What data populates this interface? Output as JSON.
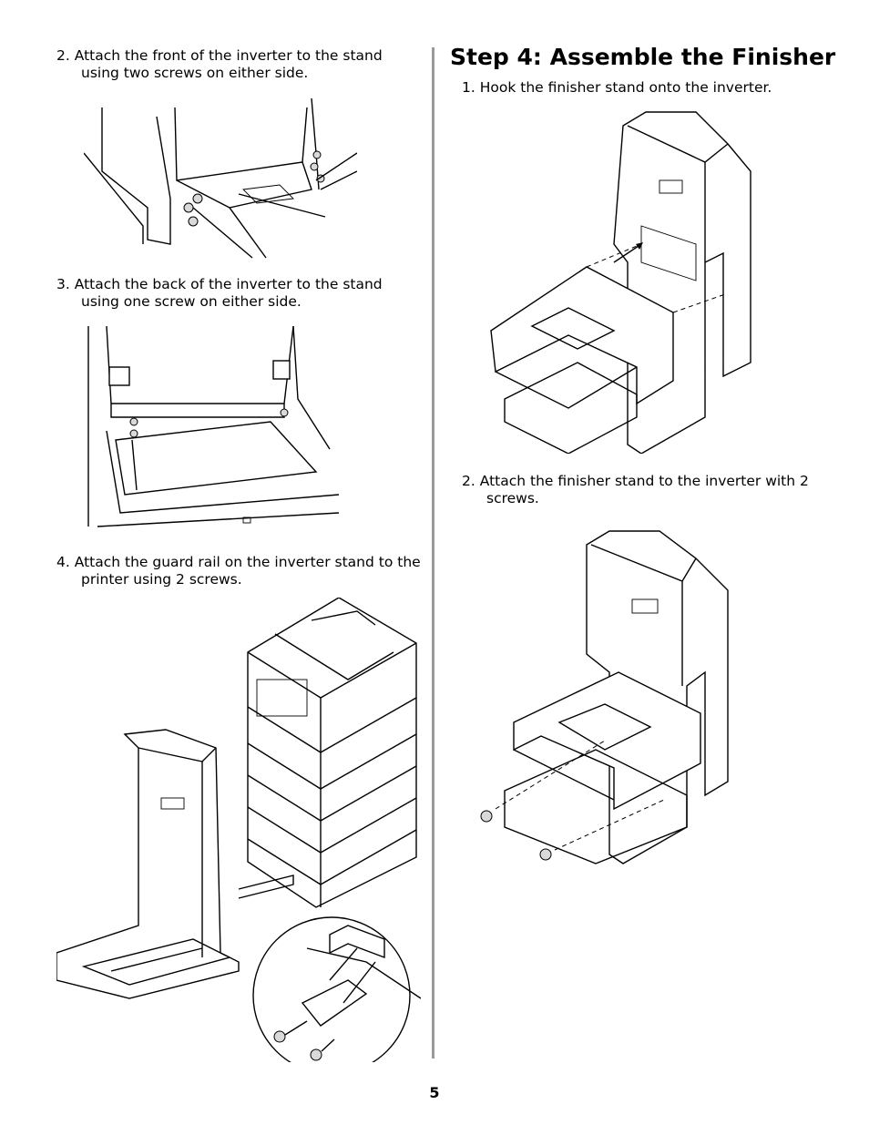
{
  "left_steps": [
    {
      "num": "2.",
      "text": "Attach the front of the inverter to the stand using two screws on either side."
    },
    {
      "num": "3.",
      "text": "Attach the back of the inverter to the stand using one screw on either side."
    },
    {
      "num": "4.",
      "text": "Attach the guard rail on the inverter stand to the printer using 2 screws."
    }
  ],
  "section": {
    "heading": "Step 4: Assemble the Finisher",
    "steps": [
      {
        "num": "1.",
        "text": "Hook the finisher stand onto the inverter."
      },
      {
        "num": "2.",
        "text": "Attach the finisher stand to the inverter with 2 screws."
      }
    ]
  },
  "page_number": "5"
}
